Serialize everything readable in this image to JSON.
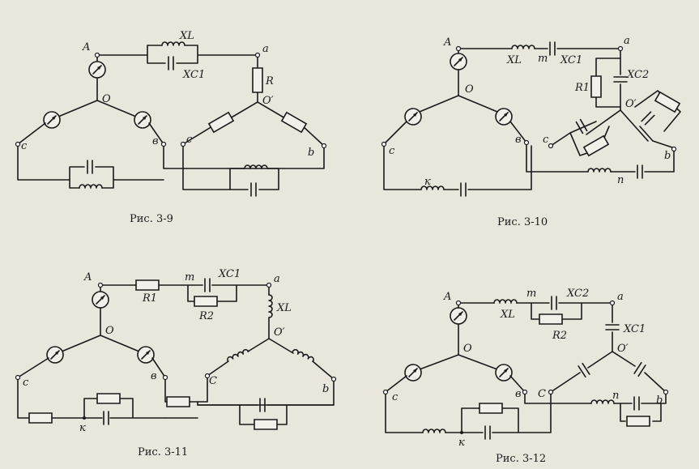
{
  "captions": {
    "fig9": "Рис. 3-9",
    "fig10": "Рис. 3-10",
    "fig11": "Рис. 3-11",
    "fig12": "Рис. 3-12"
  },
  "labels": {
    "A": "A",
    "O": "O",
    "Oprime": "O′",
    "a": "a",
    "b": "b",
    "c": "c",
    "b_cyr": "в",
    "C": "C",
    "m": "m",
    "n": "n",
    "k": "к",
    "R": "R",
    "R1": "R1",
    "R2": "R2",
    "XL": "XL",
    "XC1": "XC1",
    "XC2": "XC2"
  }
}
